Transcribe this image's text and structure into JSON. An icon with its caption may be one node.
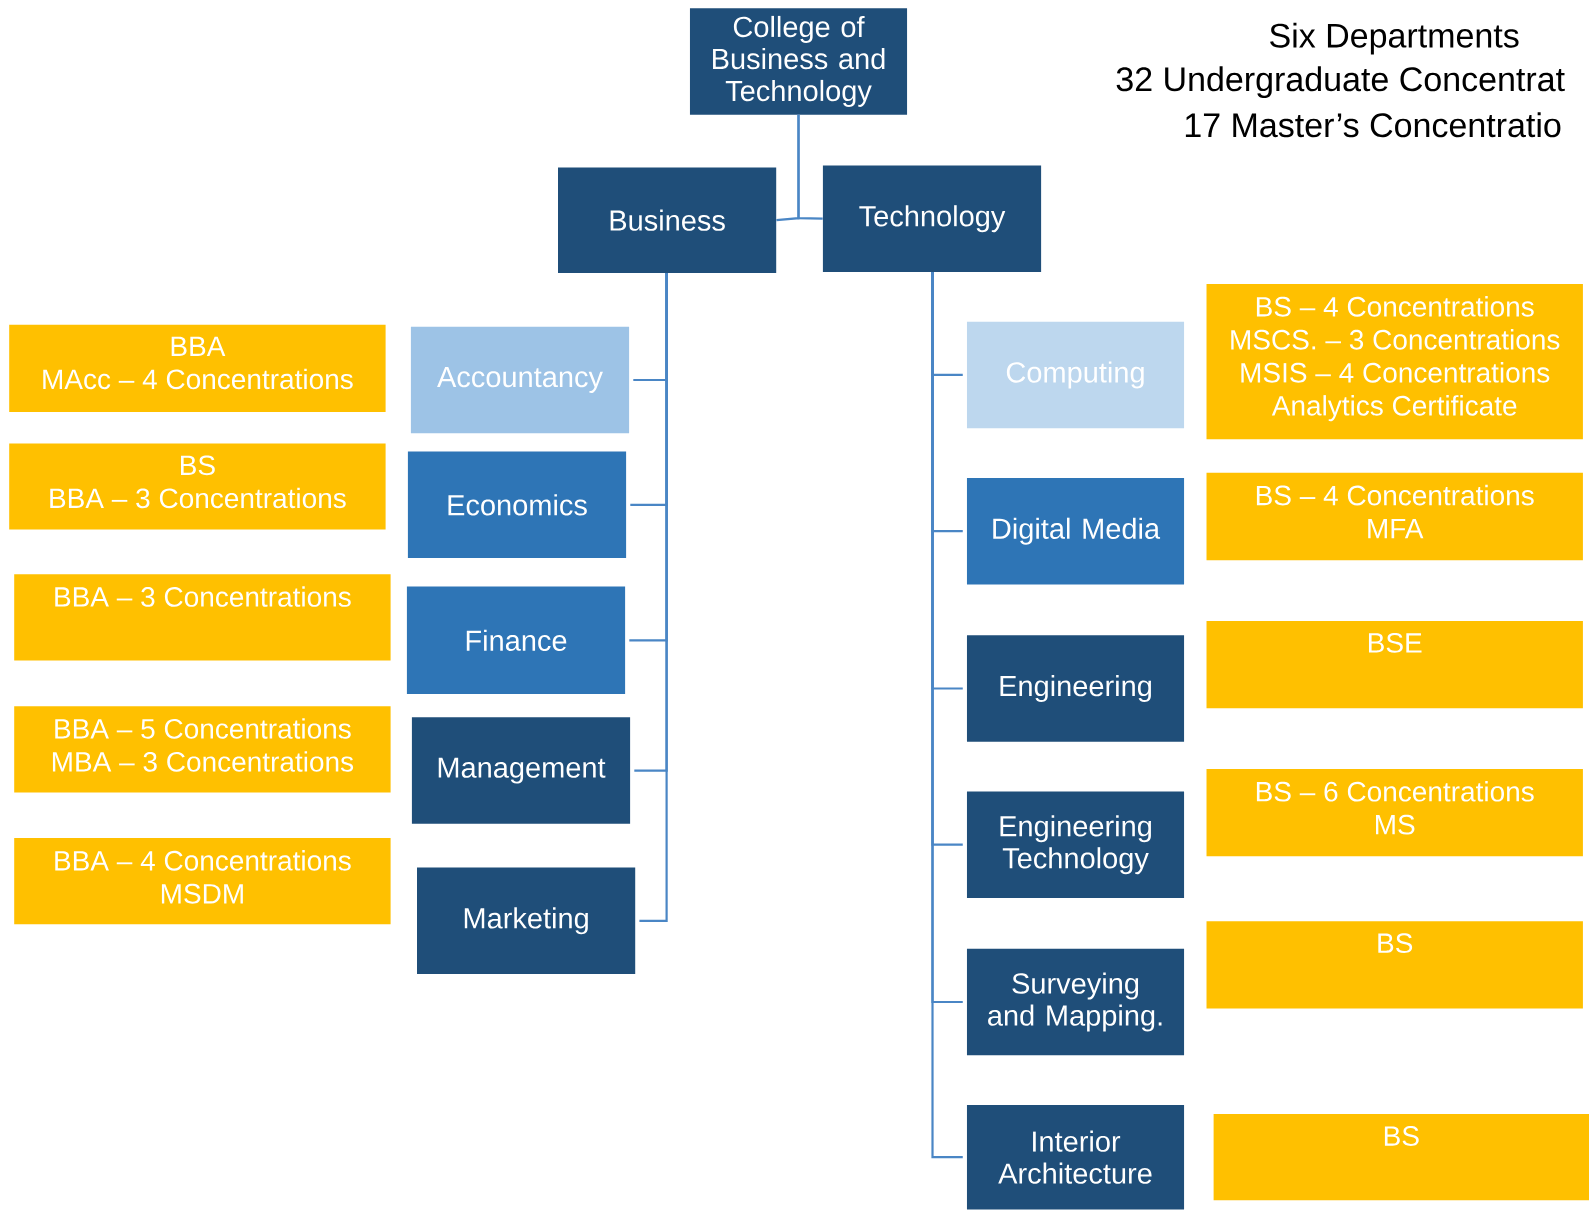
{
  "diagram": {
    "nodes": [
      {
        "text": [
          "College of Business and Technology"
        ]
      },
      {
        "text": [
          "Business"
        ]
      },
      {
        "text": [
          "Technology"
        ]
      },
      {
        "text": [
          "Accountancy"
        ]
      },
      {
        "text": [
          "Economics"
        ]
      },
      {
        "text": [
          "Finance"
        ]
      },
      {
        "text": [
          "Management"
        ]
      },
      {
        "text": [
          "Marketing"
        ]
      },
      {
        "text": [
          "BBA",
          "MAcc – 4 Concentrations"
        ]
      },
      {
        "text": [
          "BS",
          "BBA – 3 Concentrations"
        ]
      },
      {
        "text": [
          "BBA – 3 Concentrations"
        ]
      },
      {
        "text": [
          "BBA – 5 Concentrations",
          "MBA – 3 Concentrations"
        ]
      },
      {
        "text": [
          "BBA – 4 Concentrations",
          "MSDM"
        ]
      },
      {
        "text": [
          "Computing"
        ]
      },
      {
        "text": [
          "Digital Media"
        ]
      },
      {
        "text": [
          "Engineering"
        ]
      },
      {
        "text": [
          "Engineering Technology"
        ]
      },
      {
        "text": [
          "Surveying and Mapping."
        ]
      },
      {
        "text": [
          "Interior Architecture"
        ]
      },
      {
        "text": [
          "BS – 4 Concentrations",
          "MSCS. – 3 Concentrations",
          "MSIS – 4 Concentrations",
          "Analytics Certificate"
        ]
      },
      {
        "text": [
          "BS – 4 Concentrations",
          "MFA"
        ]
      },
      {
        "text": [
          "BSE"
        ]
      },
      {
        "text": [
          "BS – 6 Concentrations",
          "MS"
        ]
      },
      {
        "text": [
          "BS"
        ]
      },
      {
        "text": [
          "BS"
        ]
      }
    ],
    "edges": [
      {
        "from": 0,
        "to": 1,
        "arrow": "none"
      },
      {
        "from": 0,
        "to": 2,
        "arrow": "none"
      },
      {
        "from": 1,
        "to": 3,
        "arrow": "none"
      },
      {
        "from": 1,
        "to": 4,
        "arrow": "none"
      },
      {
        "from": 1,
        "to": 5,
        "arrow": "none"
      },
      {
        "from": 1,
        "to": 6,
        "arrow": "none"
      },
      {
        "from": 1,
        "to": 7,
        "arrow": "none"
      },
      {
        "from": 2,
        "to": 13,
        "arrow": "none"
      },
      {
        "from": 2,
        "to": 14,
        "arrow": "none"
      },
      {
        "from": 2,
        "to": 15,
        "arrow": "none"
      },
      {
        "from": 2,
        "to": 16,
        "arrow": "none"
      },
      {
        "from": 2,
        "to": 17,
        "arrow": "none"
      },
      {
        "from": 2,
        "to": 18,
        "arrow": "none"
      }
    ],
    "labels": [
      "Six Departments",
      "32 Undergraduate Concentrat",
      "17 Master’s Concentratio"
    ]
  }
}
